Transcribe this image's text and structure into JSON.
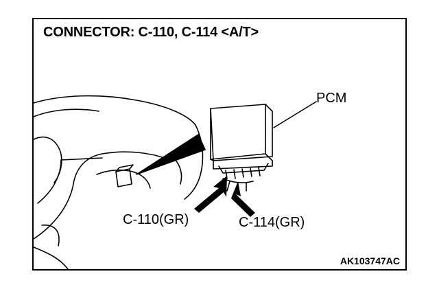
{
  "title": "CONNECTOR: C-110, C-114 <A/T>",
  "labels": {
    "pcm": "PCM",
    "c110": "C-110(GR)",
    "c114": "C-114(GR)"
  },
  "figure_code": "AK103747AC",
  "colors": {
    "line": "#000000",
    "background": "#ffffff"
  }
}
